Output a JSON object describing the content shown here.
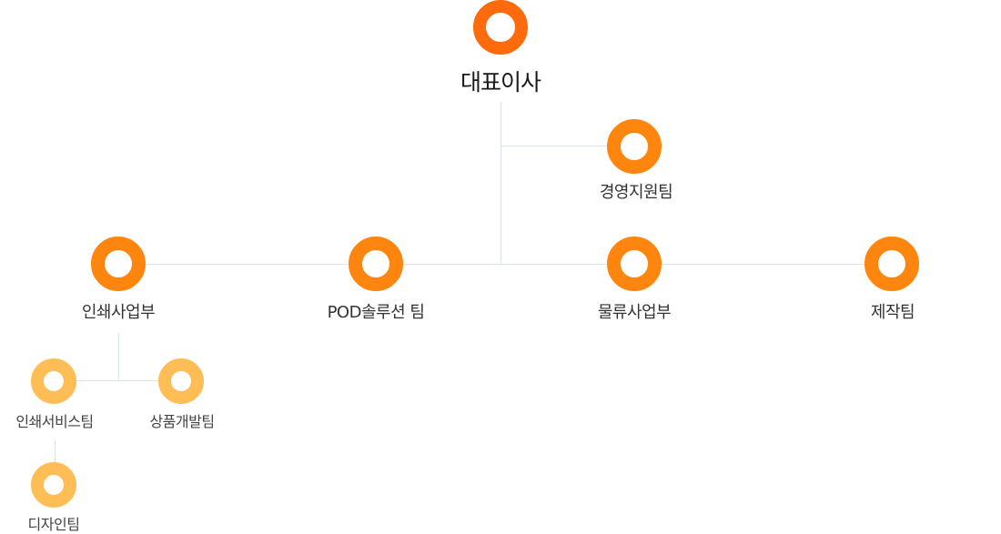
{
  "org_chart": {
    "ceo": {
      "label": "대표이사",
      "color": "#ff6a0c"
    },
    "support": {
      "label": "경영지원팀",
      "color": "#ff860e"
    },
    "departments": [
      {
        "label": "인쇄사업부",
        "color": "#ff860e"
      },
      {
        "label": "POD솔루션 팀",
        "color": "#ff860e"
      },
      {
        "label": "물류사업부",
        "color": "#ff860e"
      },
      {
        "label": "제작팀",
        "color": "#ff860e"
      }
    ],
    "teams": [
      {
        "label": "인쇄서비스팀",
        "color": "#ffbe55"
      },
      {
        "label": "상품개발팀",
        "color": "#ffbe55"
      },
      {
        "label": "디자인팀",
        "color": "#ffbe55"
      }
    ],
    "line_color": "#dde3ea"
  }
}
